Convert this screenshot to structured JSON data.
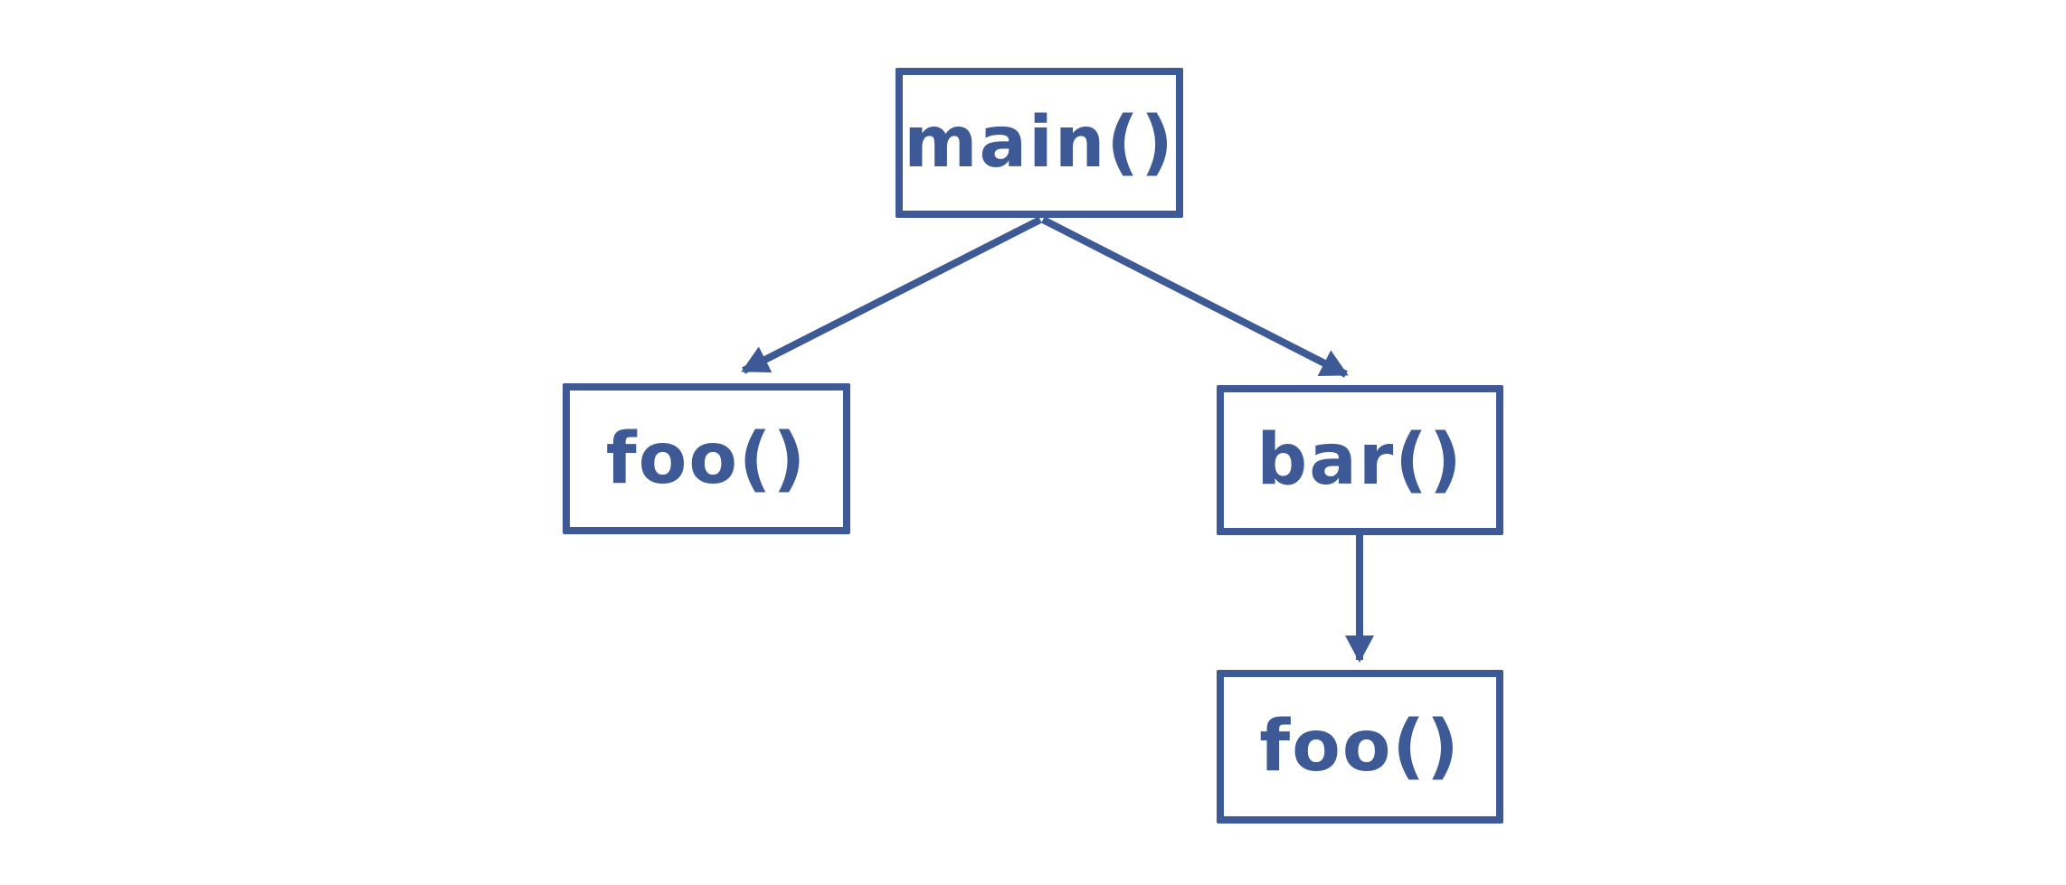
{
  "diagram": {
    "type": "call-tree",
    "colors": {
      "stroke": "#3d5a96",
      "background": "#ffffff"
    },
    "nodes": [
      {
        "id": "main",
        "label": "main()"
      },
      {
        "id": "foo-left",
        "label": "foo()"
      },
      {
        "id": "bar",
        "label": "bar()"
      },
      {
        "id": "foo-bottom",
        "label": "foo()"
      }
    ],
    "edges": [
      {
        "from": "main",
        "to": "foo-left",
        "style": "arrow"
      },
      {
        "from": "main",
        "to": "bar",
        "style": "arrow"
      },
      {
        "from": "bar",
        "to": "foo-bottom",
        "style": "arrow"
      }
    ]
  }
}
